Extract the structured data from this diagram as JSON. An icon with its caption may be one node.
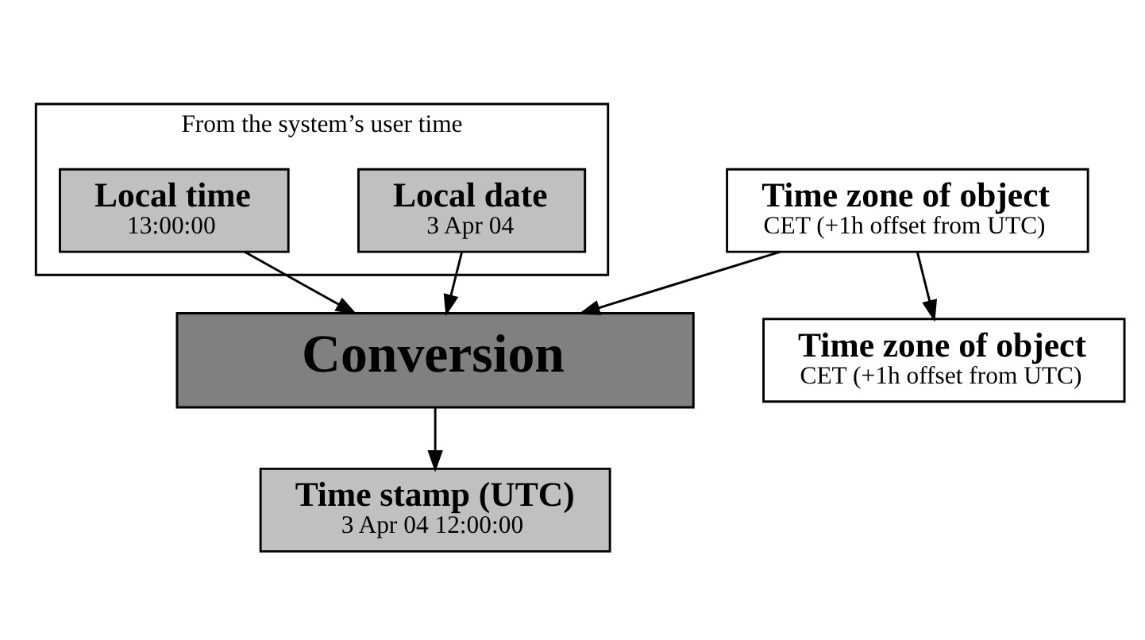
{
  "diagram": {
    "nodes": [
      {
        "text": [
          "From the system’s user time"
        ]
      },
      {
        "text": [
          "Local date",
          "3 Apr 04"
        ],
        "in": 0
      },
      {
        "text": [
          "Local time",
          "13:00:00"
        ],
        "in": 0
      },
      {
        "text": [
          "Time zone of object",
          "CET (+1h offset from UTC)"
        ]
      },
      {
        "text": [
          "Conversion"
        ]
      },
      {
        "text": [
          "Time stamp (UTC)",
          "3 Apr 04 12:00:00"
        ]
      },
      {
        "text": [
          "Time zone of object",
          "CET (+1h offset from UTC)"
        ]
      }
    ],
    "edges": [
      {
        "from": 1,
        "to": 4,
        "arrow": "to"
      },
      {
        "from": 2,
        "to": 4,
        "arrow": "to"
      },
      {
        "from": 3,
        "to": 4,
        "arrow": "to"
      },
      {
        "from": 3,
        "to": 6,
        "arrow": "to"
      },
      {
        "from": 4,
        "to": 5,
        "arrow": "to"
      }
    ]
  }
}
